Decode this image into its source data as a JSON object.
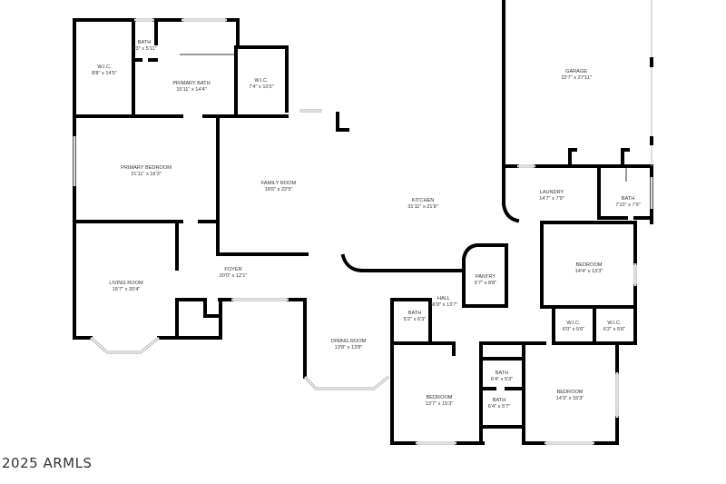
{
  "watermark": "2025 ARMLS",
  "rooms": {
    "wic_primary_left": {
      "name": "W.I.C.",
      "size": "8'8\" x 14'5\""
    },
    "bath_primary_small": {
      "name": "BATH",
      "size": "7'3\" x 5'11\""
    },
    "primary_bath": {
      "name": "PRIMARY BATH",
      "size": "15'11\" x 14'4\""
    },
    "wic_primary_right": {
      "name": "W.I.C.",
      "size": "7'4\" x 10'2\""
    },
    "primary_bedroom": {
      "name": "PRIMARY BEDROOM",
      "size": "21'11\" x 16'3\""
    },
    "family_room": {
      "name": "FAMILY ROOM",
      "size": "18'6\" x 22'5\""
    },
    "kitchen": {
      "name": "KITCHEN",
      "size": "31'11\" x 21'8\""
    },
    "garage": {
      "name": "GARAGE",
      "size": "22'7\" x 27'11\""
    },
    "laundry": {
      "name": "LAUNDRY",
      "size": "14'7\" x 7'9\""
    },
    "bath_laundry": {
      "name": "BATH",
      "size": "7'10\" x 7'9\""
    },
    "bedroom_east": {
      "name": "BEDROOM",
      "size": "14'4\" x 13'3\""
    },
    "pantry": {
      "name": "PANTRY",
      "size": "6'7\" x 8'8\""
    },
    "hall": {
      "name": "HALL",
      "size": "36'9\" x 13'7\""
    },
    "bath_hall": {
      "name": "BATH",
      "size": "5'2\" x 6'3\""
    },
    "living_room": {
      "name": "LIVING ROOM",
      "size": "15'7\" x 20'4\""
    },
    "foyer": {
      "name": "FOYER",
      "size": "20'0\" x 12'1\""
    },
    "dining_room": {
      "name": "DINING ROOM",
      "size": "13'8\" x 13'8\""
    },
    "wic_east_1": {
      "name": "W.I.C.",
      "size": "6'0\" x 5'6\""
    },
    "wic_east_2": {
      "name": "W.I.C.",
      "size": "6'2\" x 5'6\""
    },
    "bath_jack_1": {
      "name": "BATH",
      "size": "6'4\" x 5'3\""
    },
    "bath_jack_2": {
      "name": "BATH",
      "size": "6'4\" x 5'7\""
    },
    "bedroom_south_west": {
      "name": "BEDROOM",
      "size": "13'7\" x 15'3\""
    },
    "bedroom_south_east": {
      "name": "BEDROOM",
      "size": "14'3\" x 15'3\""
    }
  }
}
